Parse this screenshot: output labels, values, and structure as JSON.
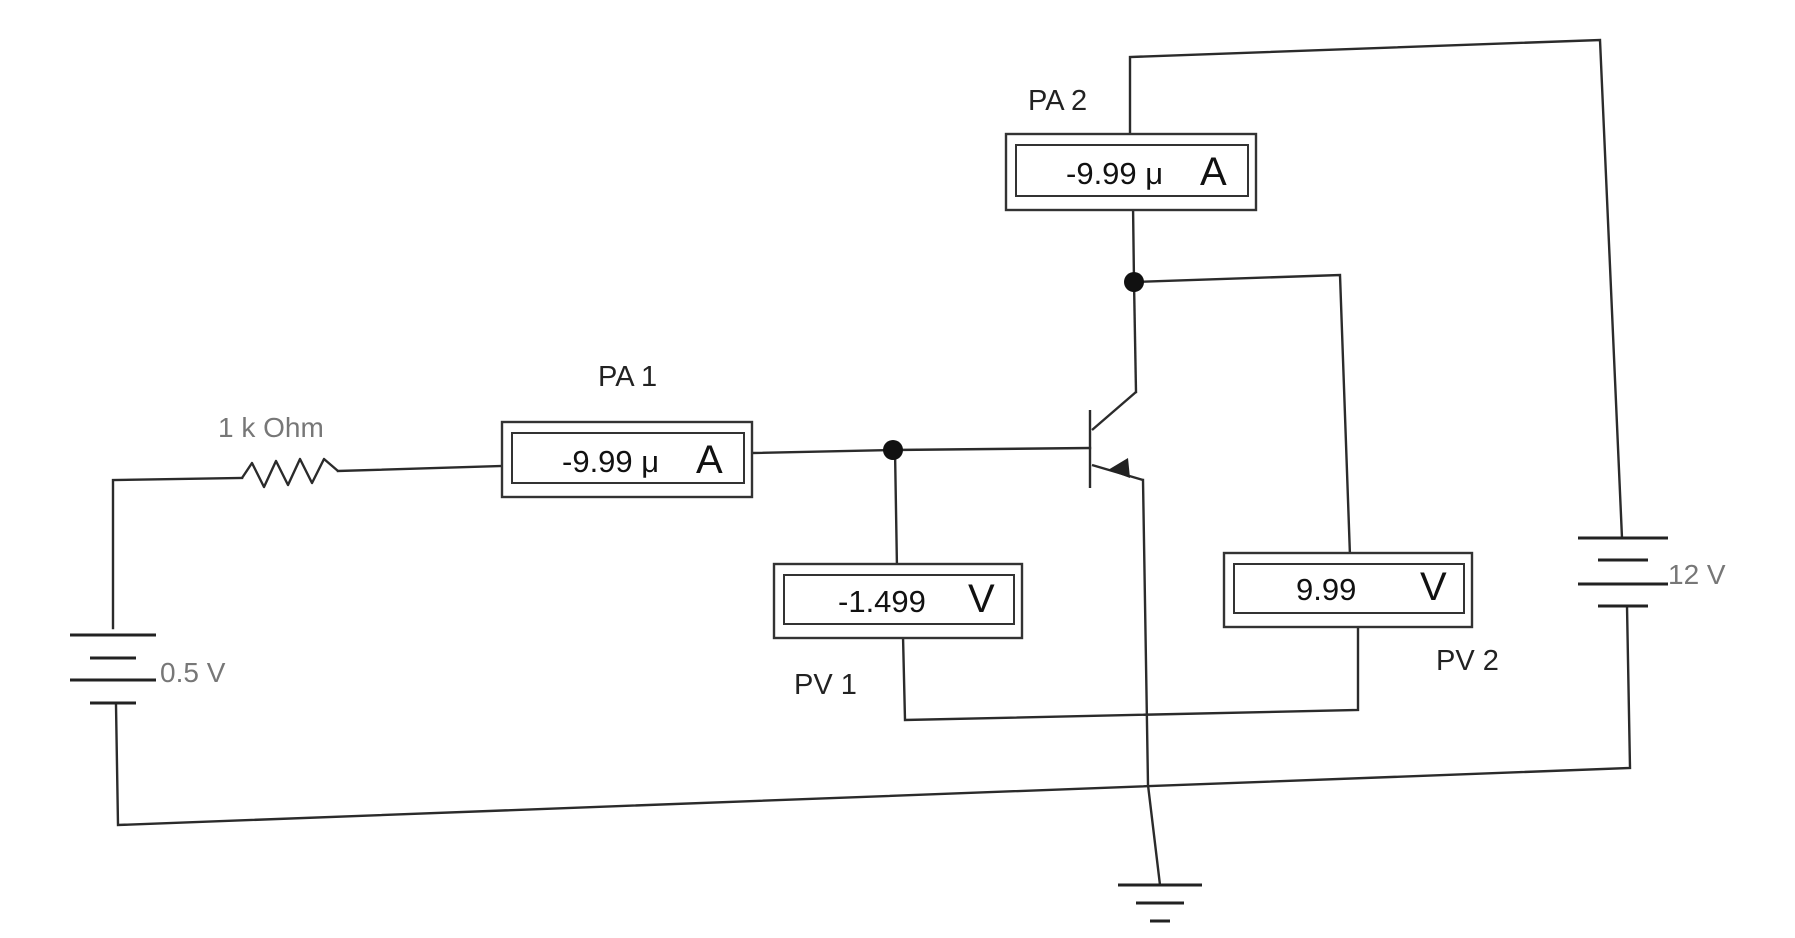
{
  "resistor": {
    "label": "1 k Ohm"
  },
  "battery_input": {
    "label": "0.5 V"
  },
  "battery_supply": {
    "label": "12 V"
  },
  "ammeter_pa1": {
    "name": "PA 1",
    "reading": "-9.99 μ",
    "unit": "A"
  },
  "ammeter_pa2": {
    "name": "PA 2",
    "reading": "-9.99 μ",
    "unit": "A"
  },
  "voltmeter_pv1": {
    "name": "PV 1",
    "reading": "-1.499",
    "unit": "V"
  },
  "voltmeter_pv2": {
    "name": "PV 2",
    "reading": "9.99",
    "unit": "V"
  }
}
